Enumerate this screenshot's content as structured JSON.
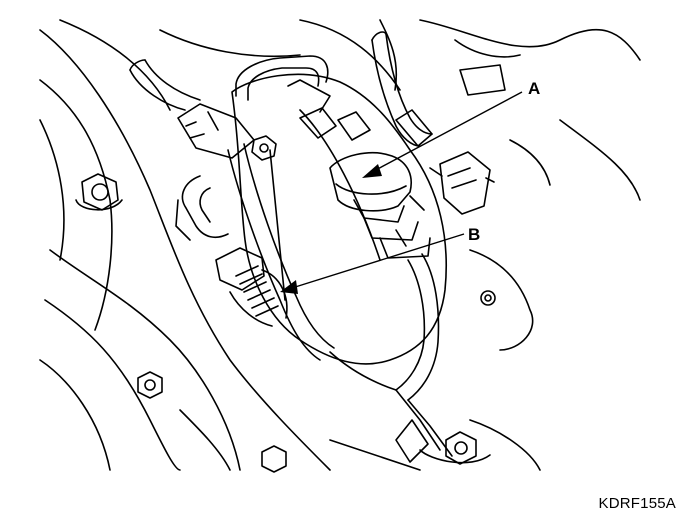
{
  "callouts": {
    "a": "A",
    "b": "B"
  },
  "figure_code": "KDRF155A",
  "colors": {
    "ink": "#000000",
    "paper": "#ffffff"
  }
}
